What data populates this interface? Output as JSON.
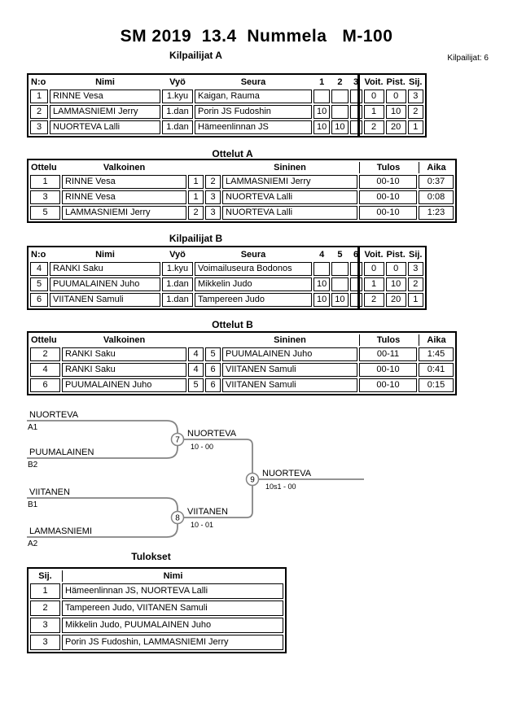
{
  "page": {
    "title": "SM 2019  13.4  Nummela   M-100",
    "competitors_label": "Kilpailijat: 6"
  },
  "sections": {
    "kilpailijat_a": "Kilpailijat A",
    "ottelut_a": "Ottelut A",
    "kilpailijat_b": "Kilpailijat B",
    "ottelut_b": "Ottelut B",
    "tulokset": "Tulokset"
  },
  "tables": {
    "kilpailijat_a": {
      "header": [
        "N:o",
        "Nimi",
        "Vyö",
        "Seura",
        "1",
        "2",
        "3",
        "Voit.",
        "Pist.",
        "Sij."
      ],
      "rows": [
        [
          "1",
          "RINNE Vesa",
          "1.kyu",
          "Kaigan, Rauma",
          "",
          "",
          "",
          "0",
          "0",
          "3"
        ],
        [
          "2",
          "LAMMASNIEMI Jerry",
          "1.dan",
          "Porin JS Fudoshin",
          "10",
          "",
          "",
          "1",
          "10",
          "2"
        ],
        [
          "3",
          "NUORTEVA Lalli",
          "1.dan",
          "Hämeenlinnan JS",
          "10",
          "10",
          "",
          "2",
          "20",
          "1"
        ]
      ]
    },
    "ottelut_a": {
      "header": [
        "Ottelu",
        "Valkoinen",
        "",
        "",
        "Sininen",
        "Tulos",
        "Aika"
      ],
      "rows": [
        [
          "1",
          "RINNE Vesa",
          "1",
          "2",
          "LAMMASNIEMI Jerry",
          "00-10",
          "0:37"
        ],
        [
          "3",
          "RINNE Vesa",
          "1",
          "3",
          "NUORTEVA Lalli",
          "00-10",
          "0:08"
        ],
        [
          "5",
          "LAMMASNIEMI Jerry",
          "2",
          "3",
          "NUORTEVA Lalli",
          "00-10",
          "1:23"
        ]
      ]
    },
    "kilpailijat_b": {
      "header": [
        "N:o",
        "Nimi",
        "Vyö",
        "Seura",
        "4",
        "5",
        "6",
        "Voit.",
        "Pist.",
        "Sij."
      ],
      "rows": [
        [
          "4",
          "RANKI Saku",
          "1.kyu",
          "Voimailuseura Bodonos",
          "",
          "",
          "",
          "0",
          "0",
          "3"
        ],
        [
          "5",
          "PUUMALAINEN Juho",
          "1.dan",
          "Mikkelin Judo",
          "10",
          "",
          "",
          "1",
          "10",
          "2"
        ],
        [
          "6",
          "VIITANEN Samuli",
          "1.dan",
          "Tampereen Judo",
          "10",
          "10",
          "",
          "2",
          "20",
          "1"
        ]
      ]
    },
    "ottelut_b": {
      "header": [
        "Ottelu",
        "Valkoinen",
        "",
        "",
        "Sininen",
        "Tulos",
        "Aika"
      ],
      "rows": [
        [
          "2",
          "RANKI Saku",
          "4",
          "5",
          "PUUMALAINEN Juho",
          "00-11",
          "1:45"
        ],
        [
          "4",
          "RANKI Saku",
          "4",
          "6",
          "VIITANEN Samuli",
          "00-10",
          "0:41"
        ],
        [
          "6",
          "PUUMALAINEN Juho",
          "5",
          "6",
          "VIITANEN Samuli",
          "00-10",
          "0:15"
        ]
      ]
    },
    "tulokset": {
      "header": [
        "Sij.",
        "Nimi"
      ],
      "rows": [
        [
          "1",
          "Hämeenlinnan JS, NUORTEVA Lalli"
        ],
        [
          "2",
          "Tampereen Judo, VIITANEN Samuli"
        ],
        [
          "3",
          "Mikkelin Judo, PUUMALAINEN Juho"
        ],
        [
          "3",
          "Porin JS Fudoshin, LAMMASNIEMI Jerry"
        ]
      ]
    }
  },
  "bracket": {
    "semifinal_1": {
      "match_number": "7",
      "top_name": "NUORTEVA",
      "top_seed": "A1",
      "bottom_name": "PUUMALAINEN",
      "bottom_seed": "B2",
      "winner": "NUORTEVA",
      "score": "10 - 00"
    },
    "semifinal_2": {
      "match_number": "8",
      "top_name": "VIITANEN",
      "top_seed": "B1",
      "bottom_name": "LAMMASNIEMI",
      "bottom_seed": "A2",
      "winner": "VIITANEN",
      "score": "10 - 01"
    },
    "final": {
      "match_number": "9",
      "winner": "NUORTEVA",
      "score": "10s1 - 00"
    }
  },
  "colors": {
    "text": "#000000",
    "table_border": "#000000",
    "bracket_line": "#848484",
    "background": "#ffffff"
  }
}
